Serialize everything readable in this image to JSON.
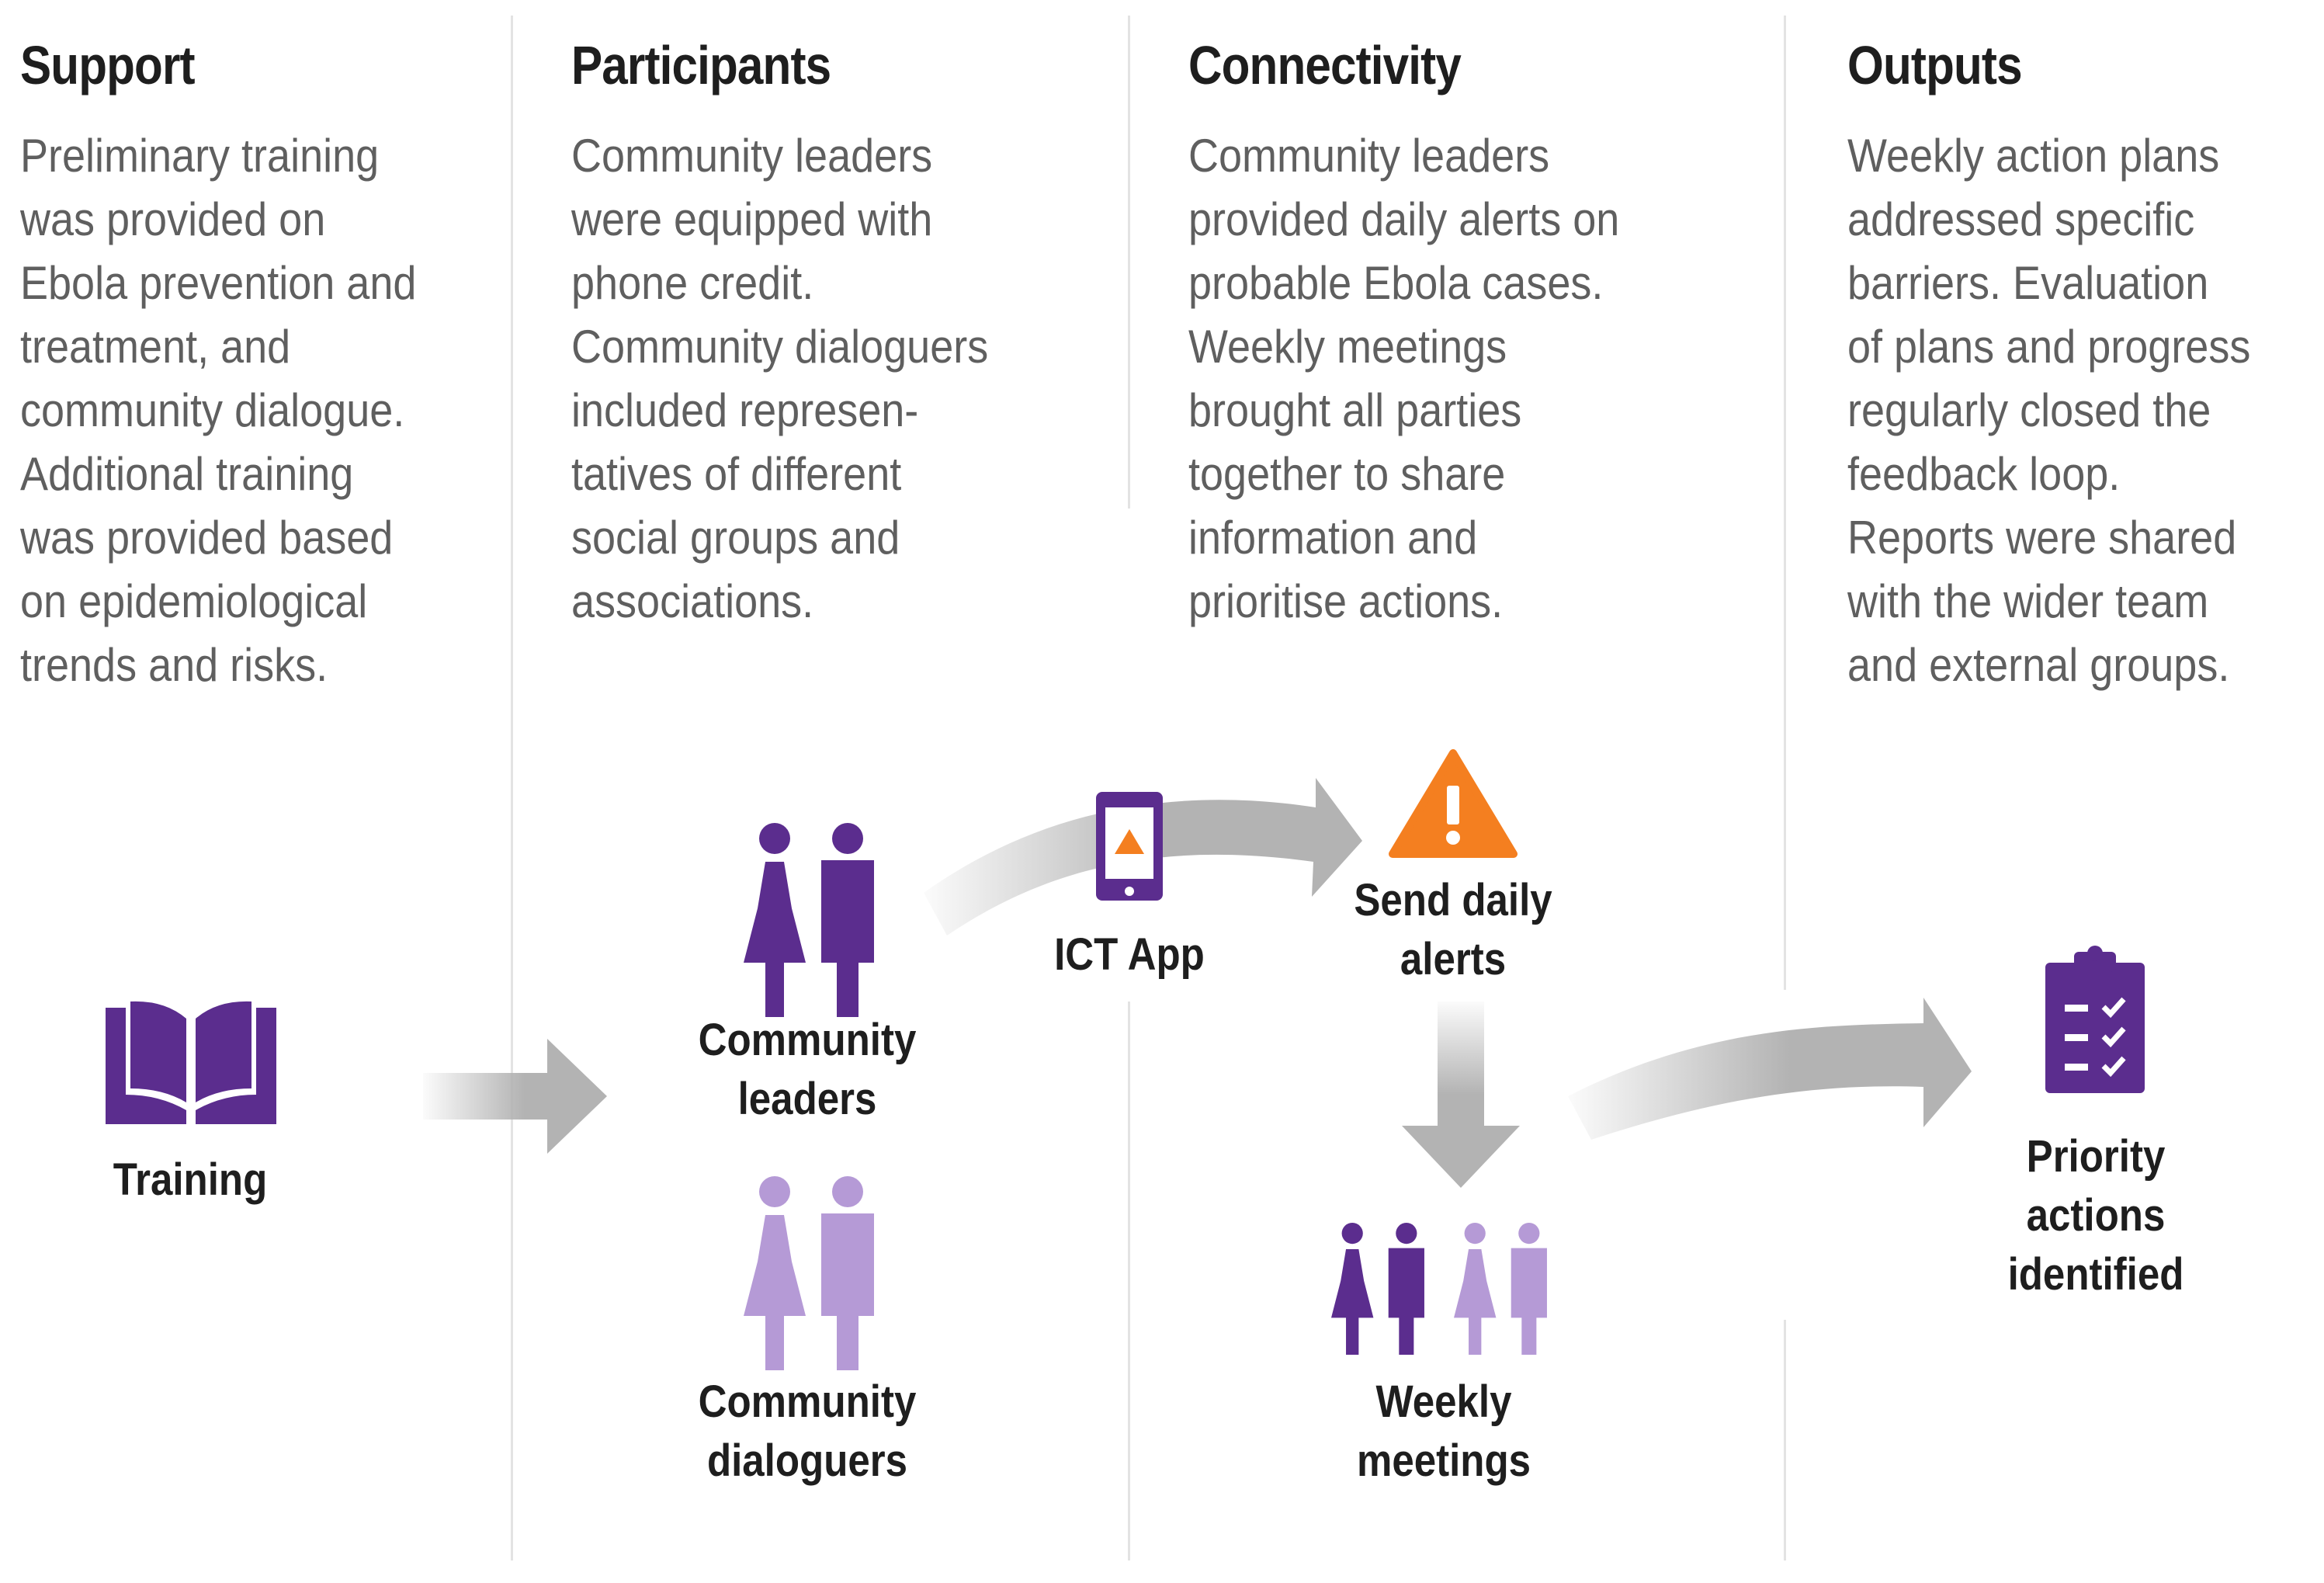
{
  "colors": {
    "dark_purple": "#5b2d8e",
    "light_purple": "#b59ad6",
    "alert_orange": "#f47f20",
    "arrow_gray": "#b3b3b3",
    "heading_text": "#1e1e1e",
    "body_text": "#5f5f5f"
  },
  "columns": [
    {
      "title": "Support",
      "description": "Preliminary training\nwas provided on\nEbola prevention and\ntreatment, and\ncommunity dialogue.\nAdditional training\nwas provided based\non epidemiological\ntrends and risks."
    },
    {
      "title": "Participants",
      "description": "Community leaders\nwere equipped with\nphone credit.\nCommunity dialoguers\nincluded represen-\ntatives of different\nsocial groups and\nassociations."
    },
    {
      "title": "Connectivity",
      "description": "Community leaders\nprovided daily alerts on\nprobable Ebola cases.\nWeekly meetings\nbrought all parties\ntogether to share\ninformation and\nprioritise actions."
    },
    {
      "title": "Outputs",
      "description": "Weekly action plans\naddressed specific\nbarriers. Evaluation\nof plans and progress\nregularly closed the\nfeedback loop.\nReports were shared\nwith the wider team\nand external groups."
    }
  ],
  "nodes": {
    "training": {
      "label": "Training",
      "icon": "open-book-icon"
    },
    "community_leaders": {
      "label": "Community\nleaders",
      "icon": "people-pair-dark-icon"
    },
    "community_dialoguers": {
      "label": "Community\ndialoguers",
      "icon": "people-pair-light-icon"
    },
    "ict_app": {
      "label": "ICT App",
      "icon": "mobile-phone-icon"
    },
    "send_daily_alerts": {
      "label": "Send daily\nalerts",
      "icon": "warning-triangle-icon"
    },
    "weekly_meetings": {
      "label": "Weekly\nmeetings",
      "icon": "group-meeting-icon"
    },
    "priority_actions": {
      "label": "Priority\nactions\nidentified",
      "icon": "clipboard-checklist-icon"
    }
  }
}
